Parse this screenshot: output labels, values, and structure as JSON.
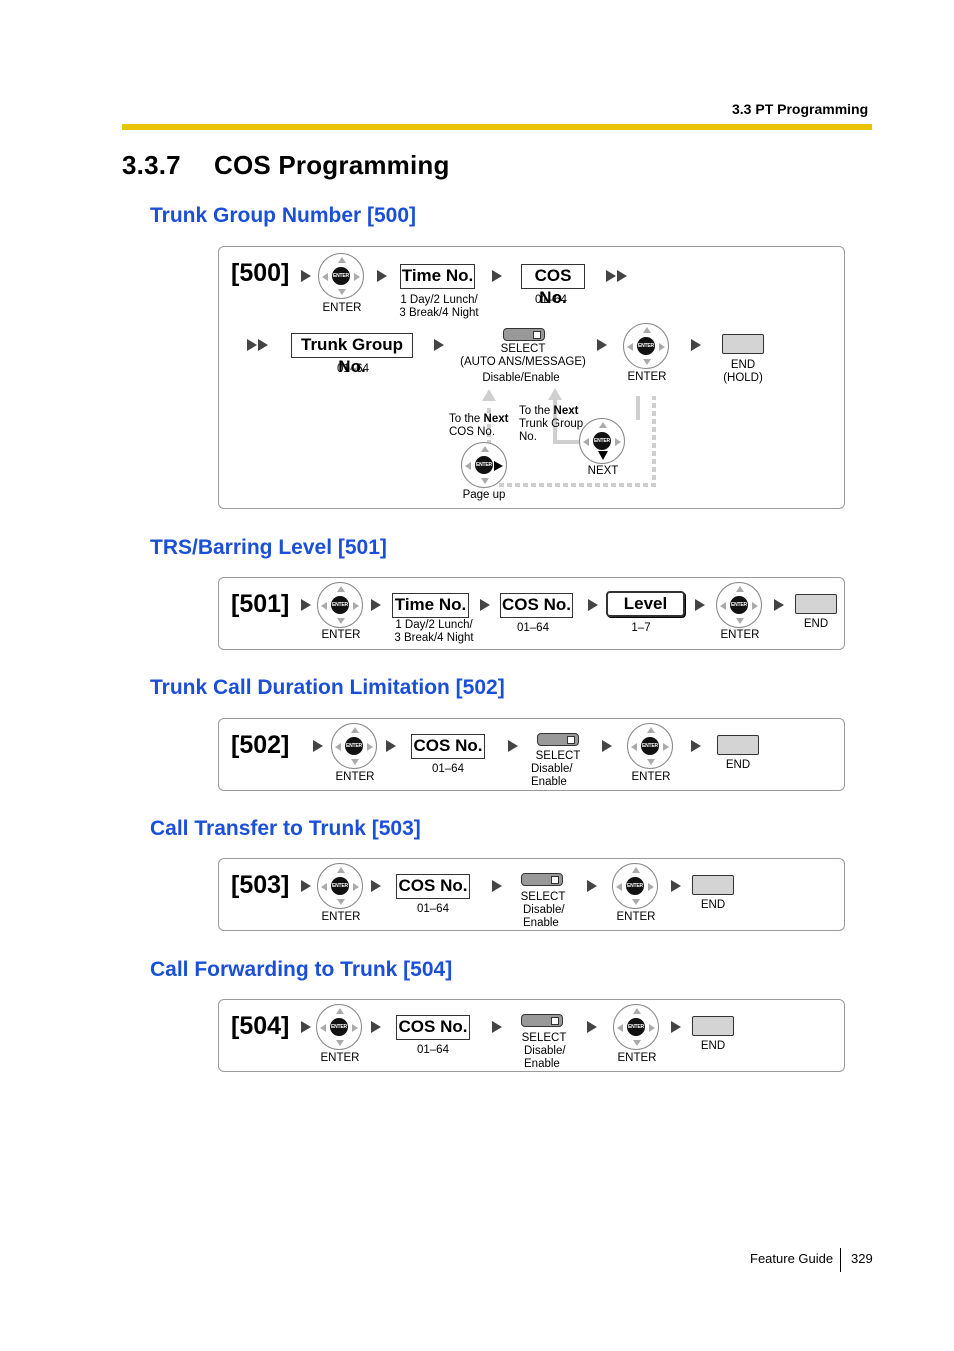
{
  "header": {
    "section": "3.3 PT Programming"
  },
  "section": {
    "number": "3.3.7",
    "title": "COS Programming"
  },
  "common": {
    "enter": "ENTER",
    "end": "END",
    "select": "SELECT",
    "time_no": "Time No.",
    "cos_no": "COS No.",
    "trunk_group_no": "Trunk Group No.",
    "level": "Level",
    "time_range": "1 Day/2 Lunch/\n3 Break/4 Night",
    "range_64": "01–64",
    "range_7": "1–7",
    "disable_enable": "Disable/\nEnable"
  },
  "s500": {
    "title": "Trunk Group Number [500]",
    "code": "[500]",
    "select_auto": "(AUTO ANS/MESSAGE)",
    "disable_enable_inline": "Disable/Enable",
    "end_hold": "(HOLD)",
    "to_next_cos_a": "To the ",
    "to_next_cos_bold": "Next",
    "to_next_cos_b": "COS No.",
    "to_next_trunk_a": "To the ",
    "to_next_trunk_bold": "Next",
    "to_next_trunk_b": "Trunk Group\nNo.",
    "next": "NEXT",
    "page_up": "Page up"
  },
  "s501": {
    "title": "TRS/Barring Level [501]",
    "code": "[501]"
  },
  "s502": {
    "title": "Trunk Call Duration Limitation [502]",
    "code": "[502]"
  },
  "s503": {
    "title": "Call Transfer to Trunk [503]",
    "code": "[503]"
  },
  "s504": {
    "title": "Call Forwarding to Trunk [504]",
    "code": "[504]"
  },
  "footer": {
    "label": "Feature Guide",
    "page": "329"
  }
}
